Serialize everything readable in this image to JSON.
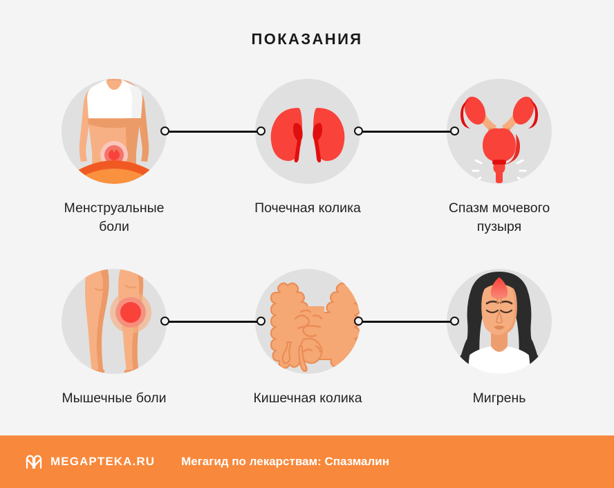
{
  "header": {
    "title": "ПОКАЗАНИЯ"
  },
  "items": [
    {
      "label": "Менструальные\nболи",
      "icon": "female-torso-cramps-icon",
      "row": 1,
      "col": 1
    },
    {
      "label": "Почечная колика",
      "icon": "kidneys-icon",
      "row": 1,
      "col": 2
    },
    {
      "label": "Спазм мочевого\nпузыря",
      "icon": "urinary-bladder-icon",
      "row": 1,
      "col": 3
    },
    {
      "label": "Мышечные боли",
      "icon": "legs-muscle-pain-icon",
      "row": 2,
      "col": 1
    },
    {
      "label": "Кишечная колика",
      "icon": "intestines-icon",
      "row": 2,
      "col": 2
    },
    {
      "label": "Мигрень",
      "icon": "woman-headache-icon",
      "row": 2,
      "col": 3
    }
  ],
  "connectors": [
    {
      "name": "connector-row1-1to2"
    },
    {
      "name": "connector-row1-2to3"
    },
    {
      "name": "connector-row2-1to2"
    },
    {
      "name": "connector-row2-2to3"
    }
  ],
  "footer": {
    "logo_icon": "megapteka-m-logo-icon",
    "brand": "MEGAPTEKA.RU",
    "tagline": "Мегагид по лекарствам: Спазмалин"
  },
  "colors": {
    "background": "#f4f4f4",
    "icon_backdrop": "#e0e0e0",
    "footer_bg": "#f8883b",
    "accent_red": "#f9423a",
    "accent_orange": "#f79256",
    "skin": "#f5ad80",
    "text": "#222222",
    "connector": "#111111"
  }
}
